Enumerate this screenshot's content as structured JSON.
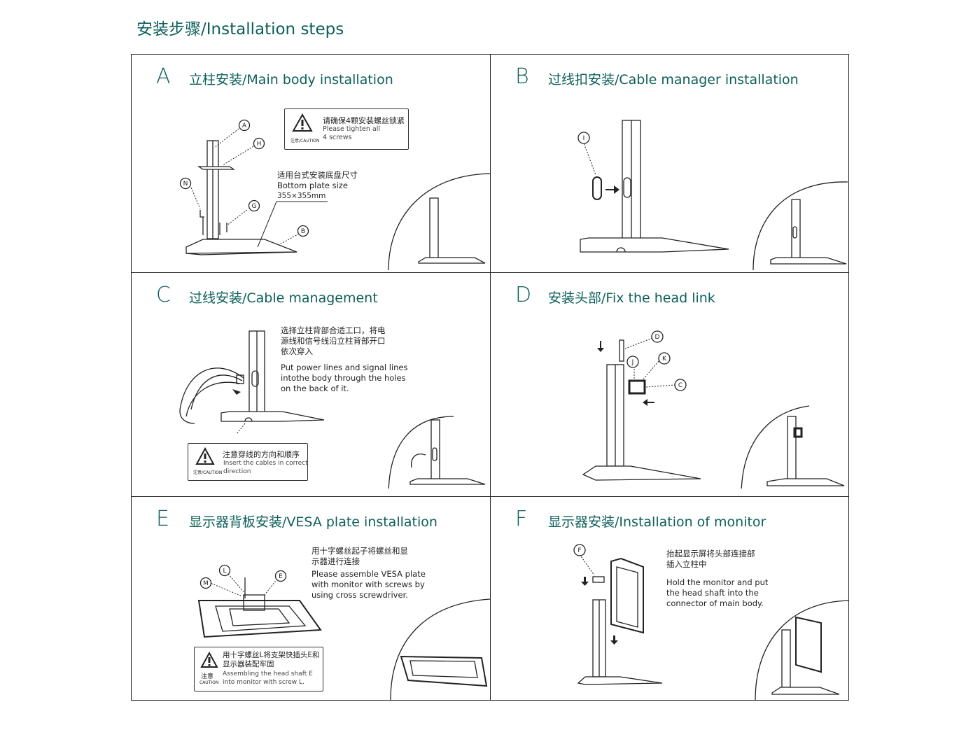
{
  "page": {
    "title": "安装步骤/Installation steps"
  },
  "panels": {
    "A": {
      "letter": "A",
      "title": "立柱安装/Main body installation",
      "caution": {
        "cn": "请确保4颗安装螺丝锁紧",
        "en": "Please tighten all\n4 screws",
        "tag": "注意/CAUTION"
      },
      "plate": {
        "cn": "适用台式安装底盘尺寸",
        "en": "Bottom plate size",
        "size": "355×355mm"
      },
      "callouts": [
        "A",
        "H",
        "N",
        "G",
        "B"
      ]
    },
    "B": {
      "letter": "B",
      "title": "过线扣安装/Cable manager installation",
      "callouts": [
        "I"
      ]
    },
    "C": {
      "letter": "C",
      "title": "过线安装/Cable management",
      "note_cn": "选择立柱背部合适工口，将电\n源线和信号线沿立柱背部开口\n依次穿入",
      "note_en": "Put power lines and signal lines\nintothe body through the holes\non the back of it.",
      "caution": {
        "cn": "注意穿线的方向和顺序",
        "en": "Insert the cables in correct\ndirection",
        "tag": "注意/CAUTION"
      }
    },
    "D": {
      "letter": "D",
      "title": "安装头部/Fix the head link",
      "callouts": [
        "D",
        "J",
        "K",
        "C"
      ]
    },
    "E": {
      "letter": "E",
      "title": "显示器背板安装/VESA plate installation",
      "note_cn": "用十字螺丝起子将螺丝和显\n示器进行连接",
      "note_en": "Please assemble VESA plate\nwith monitor with screws by\nusing cross screwdriver.",
      "caution": {
        "cn": "用十字螺丝L将支架快插头E和\n显示器装配牢固",
        "en": "Assembling the head shaft E\ninto monitor with screw L.",
        "tag_cn": "注意",
        "tag_en": "CAUTION"
      },
      "callouts": [
        "L",
        "M",
        "E"
      ]
    },
    "F": {
      "letter": "F",
      "title": "显示器安装/Installation of monitor",
      "note_cn": "抬起显示屏将头部连接部\n插入立柱中",
      "note_en": "Hold the monitor and put\nthe head shaft into the\nconnector of main body.",
      "callouts": [
        "F"
      ]
    }
  },
  "colors": {
    "accent": "#0c5f5a",
    "line": "#222222"
  }
}
